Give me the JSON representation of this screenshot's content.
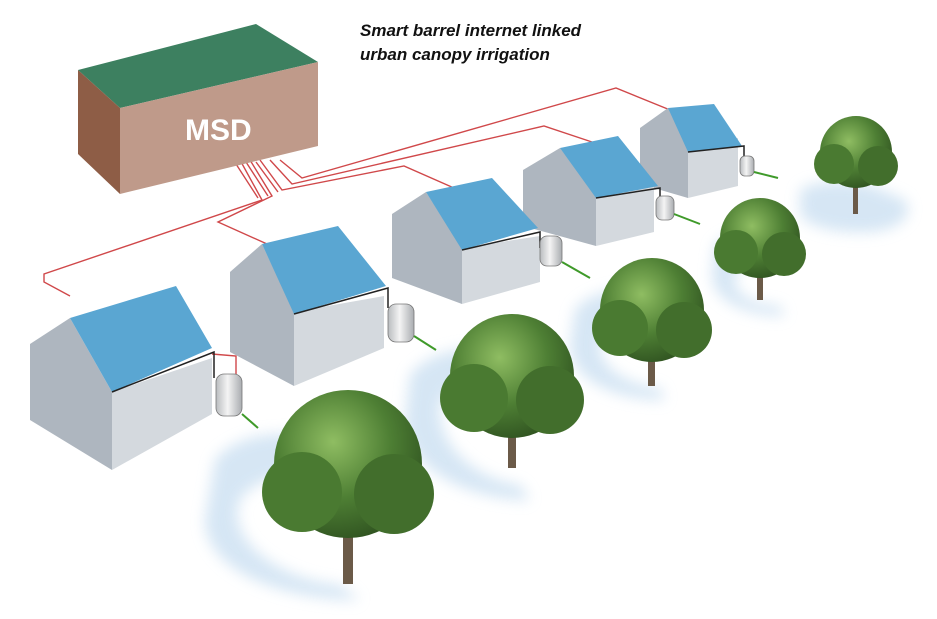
{
  "title": {
    "line1": "Smart barrel internet linked",
    "line2": "urban canopy irrigation"
  },
  "msd_label": "MSD",
  "colors": {
    "roof": "#5aa6d2",
    "wall_light": "#d4d9de",
    "wall_dark": "#aeb6bf",
    "wire": "#d0484a",
    "hose": "#3f9a2a",
    "msd_top": "#3d8060",
    "msd_front": "#bf9a8a",
    "msd_side": "#8e5d46",
    "leaf": "#4e7f34",
    "trunk": "#6b5a48",
    "water": "#cfe2f3"
  }
}
